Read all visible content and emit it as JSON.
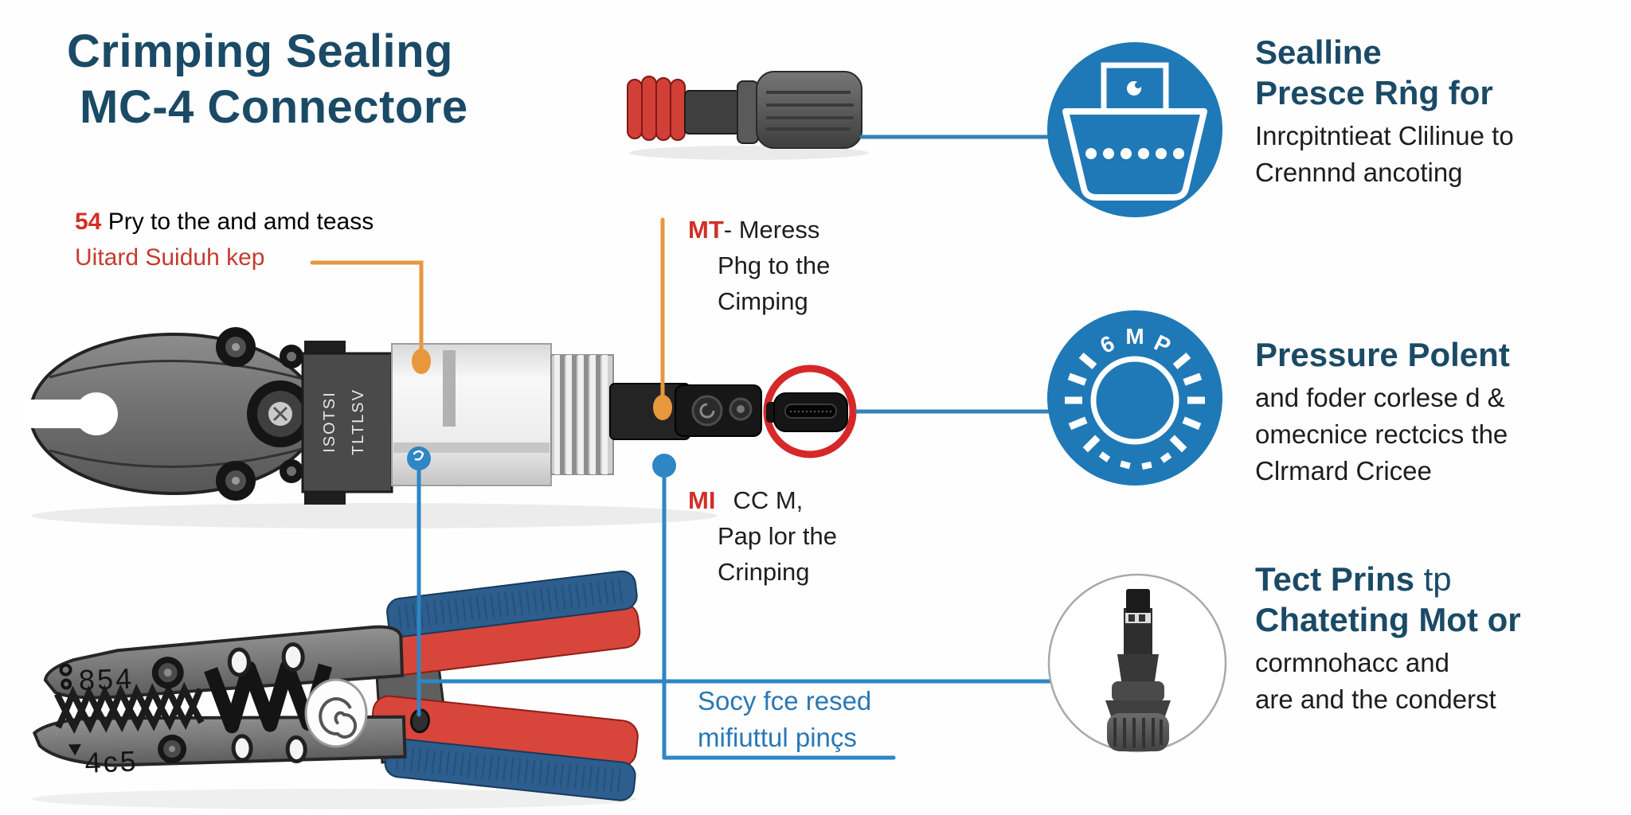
{
  "colors": {
    "navy": "#1a4a66",
    "red": "#d22f27",
    "red_soft": "#c53b2f",
    "orange": "#e8973c",
    "blue_line": "#2e86c5",
    "icon_blue": "#1f79b6",
    "blue_text": "#2878b5",
    "handle_red": "#d8453a",
    "handle_blue": "#2d5e8d"
  },
  "title": {
    "line1": "Crimping Sealing",
    "line2": "MC-4 Connectore"
  },
  "notes": {
    "left": {
      "num": "54",
      "line1": " Pry to the and amd teass",
      "line2": "Uitard Suiduh kep"
    },
    "mt": {
      "prefix": "MT",
      "line1": "- Meress",
      "line2": "Phg to the",
      "line3": "Cimping"
    },
    "mi": {
      "prefix": "MI",
      "line1": "CC M,",
      "line2": "Pap lor the",
      "line3": "Crinping"
    },
    "blue": {
      "line1": "Socy fce resed",
      "line2": "mifiuttul pinçs"
    }
  },
  "tool_markings": {
    "block_line1": "ISOTSI",
    "block_line2": "TLTLSV",
    "jaw_top": "854",
    "jaw_bottom": "4c5"
  },
  "gauge": {
    "letters": [
      "6",
      "M",
      "P"
    ]
  },
  "callouts": [
    {
      "icon": "ship-icon",
      "heading1": "Sealline",
      "heading2": "Presce Rṅg for",
      "body1": "Inrcpitntieat Clilinue to",
      "body2": "Crennnd ancoting"
    },
    {
      "icon": "gauge-icon",
      "heading1": "Pressure Polent",
      "body1": "and foder corlese d &",
      "body2": "omecnice rectcics the",
      "body3": "Clrmard Cricee"
    },
    {
      "icon": "screwdriver-icon",
      "heading1_bold": "Tect Prins",
      "heading1_reg": " tp",
      "heading2": "Chateting Mot or",
      "body1": "cormnohacc and",
      "body2": "are and the conderst"
    }
  ]
}
